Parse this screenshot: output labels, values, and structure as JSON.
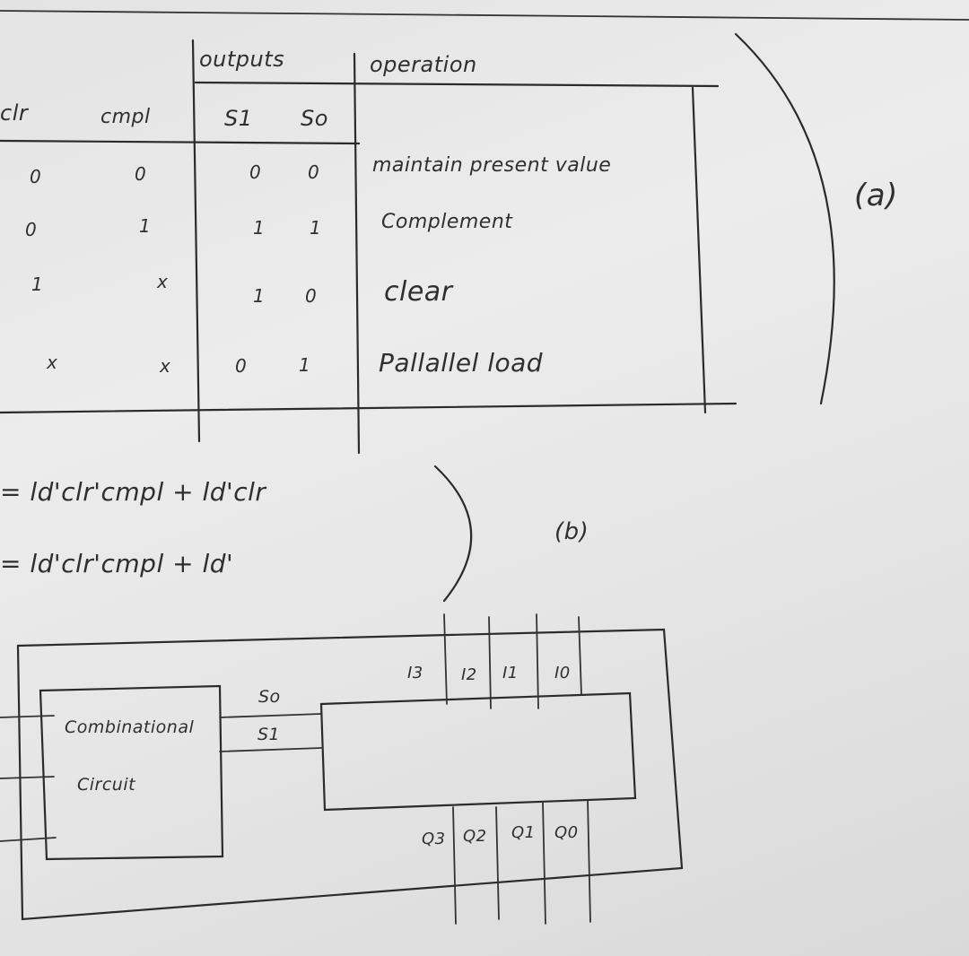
{
  "table": {
    "headers": {
      "group_outputs": "outputs",
      "group_operation": "operation",
      "col_clr": "clr",
      "col_cmpl": "cmpl",
      "col_s1": "S1",
      "col_s0": "So"
    },
    "rows": [
      {
        "clr": "0",
        "cmpl": "0",
        "s1": "0",
        "s0": "0",
        "operation": "maintain present value"
      },
      {
        "clr": "0",
        "cmpl": "1",
        "s1": "1",
        "s0": "1",
        "operation": "Complement"
      },
      {
        "clr": "1",
        "cmpl": "x",
        "s1": "1",
        "s0": "0",
        "operation": "clear"
      },
      {
        "clr": "x",
        "cmpl": "x",
        "s1": "0",
        "s0": "1",
        "operation": "Pallallel load"
      }
    ],
    "part_label": "(a)"
  },
  "equations": {
    "line1": "= ld'clr'cmpl + ld'clr",
    "line2": "= ld'clr'cmpl + ld'",
    "part_label": "(b)"
  },
  "circuit": {
    "combinational_line1": "Combinational",
    "combinational_line2": "Circuit",
    "select_s0": "So",
    "select_s1": "S1",
    "inputs": [
      "I3",
      "I2",
      "I1",
      "I0"
    ],
    "outputs": [
      "Q3",
      "Q2",
      "Q1",
      "Q0"
    ]
  }
}
